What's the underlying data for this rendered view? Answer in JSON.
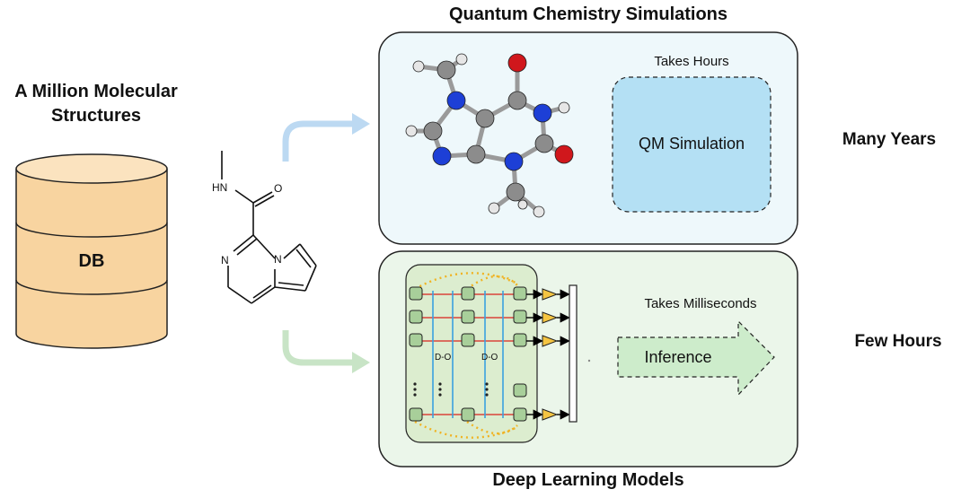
{
  "left": {
    "title_line1": "A Million Molecular",
    "title_line2": "Structures",
    "db_label": "DB"
  },
  "molecule_2d": {
    "atom_labels": [
      "HN",
      "O",
      "N",
      "N"
    ]
  },
  "qm_panel": {
    "title": "Quantum Chemistry Simulations",
    "time_note": "Takes Hours",
    "box_label": "QM Simulation",
    "duration": "Many Years"
  },
  "dl_panel": {
    "title": "Deep Learning Models",
    "time_note": "Takes Milliseconds",
    "box_label": "Inference",
    "duration": "Few Hours",
    "dropout_labels": [
      "D-O",
      "D-O"
    ]
  },
  "colors": {
    "db_fill": "#f8d4a0",
    "qm_panel_fill": "#eef8fb",
    "qm_box_fill": "#b4e0f4",
    "dl_panel_fill": "#ebf6ea",
    "inference_fill": "#cdeccb",
    "arrow_blue": "#bcd9f2",
    "arrow_green": "#c8e4c6",
    "node_green": "#a8cf9a",
    "link_red": "#d9453a",
    "link_blue": "#3aa0e0",
    "dotted_orange": "#f0b323",
    "triangle_yellow": "#f5c542"
  }
}
